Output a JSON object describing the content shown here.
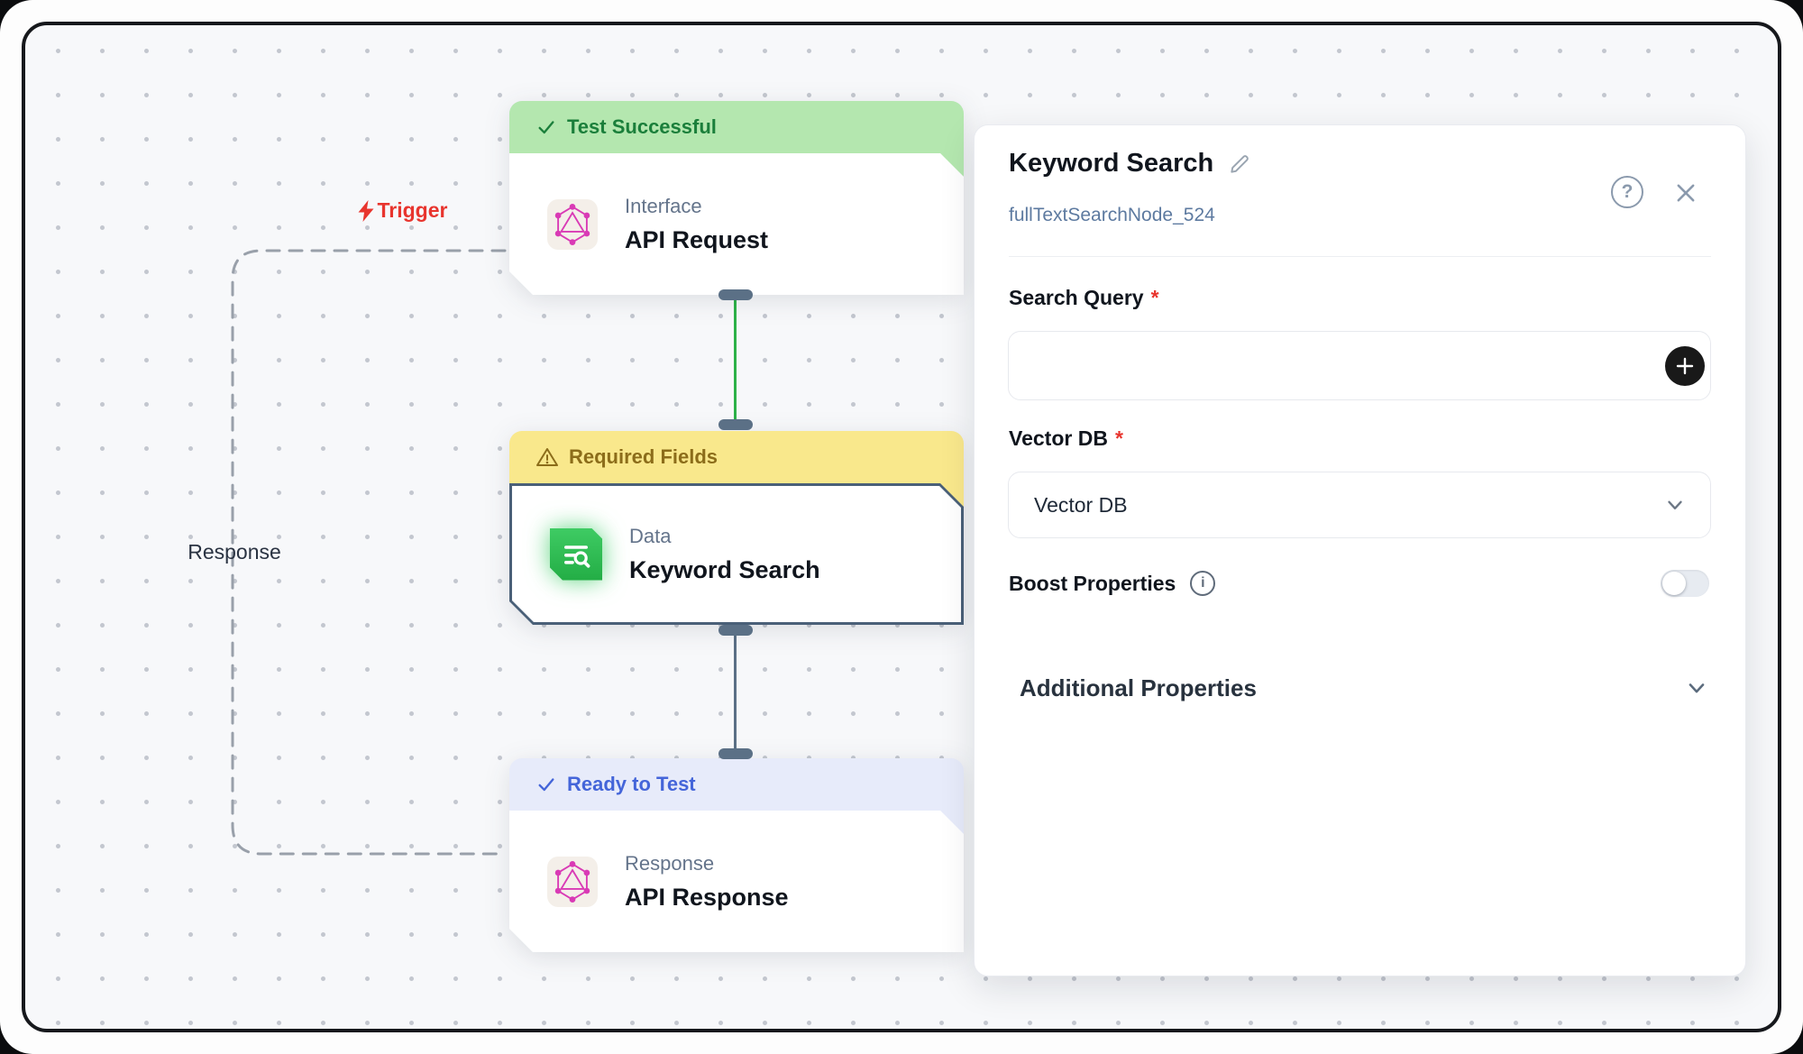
{
  "canvas": {
    "trigger_label": "Trigger",
    "response_label": "Response",
    "nodes": [
      {
        "status": "Test Successful",
        "category": "Interface",
        "title": "API Request",
        "state": "success",
        "selected": false
      },
      {
        "status": "Required Fields",
        "category": "Data",
        "title": "Keyword Search",
        "state": "warning",
        "selected": true
      },
      {
        "status": "Ready to Test",
        "category": "Response",
        "title": "API Response",
        "state": "ready",
        "selected": false
      }
    ]
  },
  "panel": {
    "title": "Keyword Search",
    "node_id": "fullTextSearchNode_524",
    "required_mark": "*",
    "search_query": {
      "label": "Search Query",
      "value": "",
      "required": true
    },
    "vector_db": {
      "label": "Vector DB",
      "selected_option": "Vector DB",
      "required": true
    },
    "boost_properties": {
      "label": "Boost Properties",
      "enabled": false
    },
    "additional_properties": {
      "label": "Additional Properties",
      "collapsed": true
    }
  },
  "colors": {
    "status_green": "#1b7f3b",
    "status_yellow": "#8c6d1a",
    "status_blue": "#4465d9",
    "edge_green": "#2db248",
    "edge_slate": "#5b7086",
    "trigger_red": "#e8352e",
    "graphql_pink": "#d93ab5",
    "keyword_green": "#2dc254"
  }
}
